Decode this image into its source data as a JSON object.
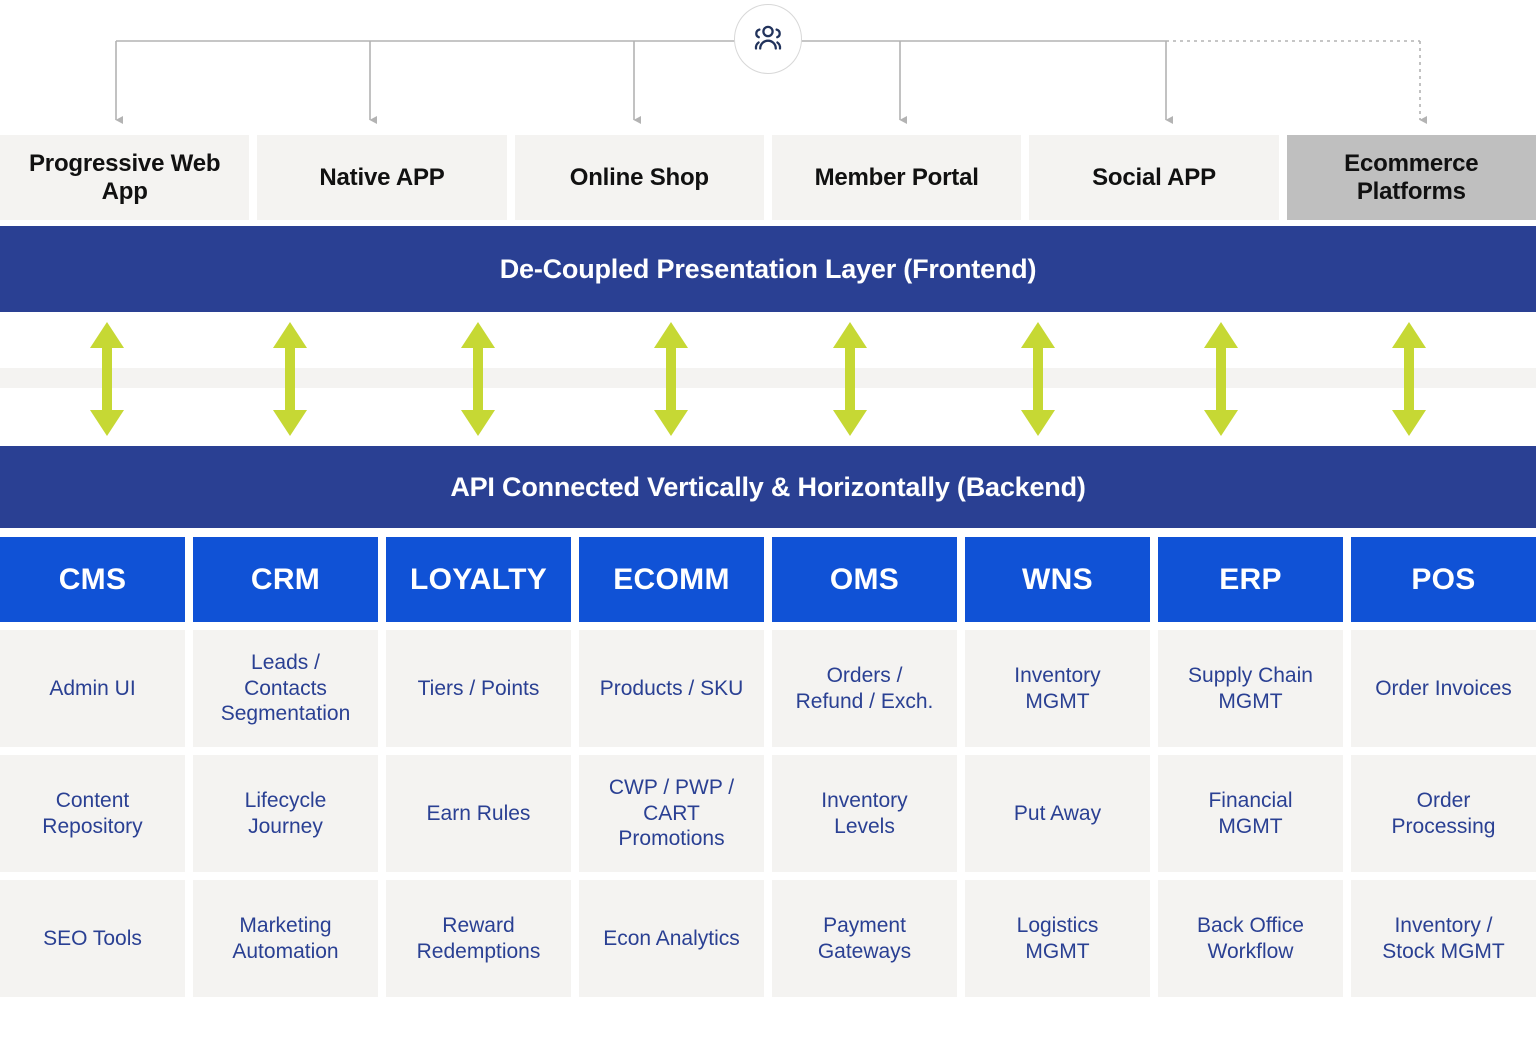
{
  "top": {
    "user_icon": "users-group-icon",
    "connector_color": "#b3b3b3",
    "channels": [
      {
        "label": "Progressive\nWeb App",
        "shaded": false,
        "connector": "solid"
      },
      {
        "label": "Native APP",
        "shaded": false,
        "connector": "solid"
      },
      {
        "label": "Online Shop",
        "shaded": false,
        "connector": "solid"
      },
      {
        "label": "Member\nPortal",
        "shaded": false,
        "connector": "solid"
      },
      {
        "label": "Social APP",
        "shaded": false,
        "connector": "solid"
      },
      {
        "label": "Ecommerce\nPlatforms",
        "shaded": true,
        "connector": "dashed"
      }
    ]
  },
  "banners": {
    "frontend": "De-Coupled Presentation Layer (Frontend)",
    "backend": "API Connected Vertically & Horizontally (Backend)",
    "color": "#2a4093"
  },
  "arrows": {
    "name": "bidirectional-arrow",
    "color": "#c6d834",
    "count": 8
  },
  "colors": {
    "navy": "#2a4093",
    "bright_blue": "#1052d6",
    "light_gray": "#f4f3f1",
    "dark_gray": "#bfbfbf",
    "yellow_green": "#c6d834"
  },
  "grid": {
    "columns": [
      {
        "header": "CMS",
        "cells": [
          "Admin UI",
          "Content\nRepository",
          "SEO Tools"
        ]
      },
      {
        "header": "CRM",
        "cells": [
          "Leads /\nContacts\nSegmentation",
          "Lifecycle\nJourney",
          "Marketing\nAutomation"
        ]
      },
      {
        "header": "LOYALTY",
        "cells": [
          "Tiers / Points",
          "Earn Rules",
          "Reward\nRedemptions"
        ]
      },
      {
        "header": "ECOMM",
        "cells": [
          "Products / SKU",
          "CWP / PWP /\nCART\nPromotions",
          "Econ Analytics"
        ]
      },
      {
        "header": "OMS",
        "cells": [
          "Orders /\nRefund / Exch.",
          "Inventory\nLevels",
          "Payment\nGateways"
        ]
      },
      {
        "header": "WNS",
        "cells": [
          "Inventory\nMGMT",
          "Put Away",
          "Logistics\nMGMT"
        ]
      },
      {
        "header": "ERP",
        "cells": [
          "Supply Chain\nMGMT",
          "Financial\nMGMT",
          "Back Office\nWorkflow"
        ]
      },
      {
        "header": "POS",
        "cells": [
          "Order Invoices",
          "Order\nProcessing",
          "Inventory /\nStock MGMT"
        ]
      }
    ]
  }
}
